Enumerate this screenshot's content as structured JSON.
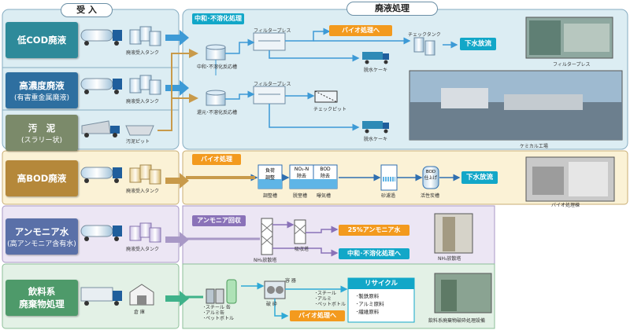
{
  "headers": {
    "left": "受 入",
    "right": "廃液処理"
  },
  "rows": [
    {
      "line1": "低COD廃液",
      "line2": "",
      "tank_label": "廃液受入タンク",
      "color": "#2e8a9a"
    },
    {
      "line1": "高濃度廃液",
      "line2": "(有害重金属廃液)",
      "tank_label": "廃液受入タンク",
      "color": "#2e6fa0"
    },
    {
      "line1": "汚　泥",
      "line2": "(スラリー状)",
      "tank_label": "汚泥ピット",
      "color": "#7b8a6a"
    },
    {
      "line1": "高BOD廃液",
      "line2": "",
      "tank_label": "廃液受入タンク",
      "color": "#b5883a"
    },
    {
      "line1": "アンモニア水",
      "line2": "(高アンモニア含有水)",
      "tank_label": "廃液受入タンク",
      "color": "#5a70a8"
    },
    {
      "line1": "飲料系",
      "line2": "廃棄物処理",
      "tank_label": "倉 庫",
      "color": "#4e9a6a"
    }
  ],
  "section1": {
    "title": "中和･不溶化処理",
    "filter_press_1": "フィルタープレス",
    "filter_press_2": "フィルタープレス",
    "reactor_1": "中和･不溶化反応槽",
    "reactor_2": "還元･不溶化反応槽",
    "bio_btn": "バイオ処理へ",
    "check_tank": "チェックタンク",
    "sewer_btn": "下水放流",
    "cake_1": "脱水ケーキ",
    "cake_2": "脱水ケーキ",
    "check_pit": "チェックピット",
    "photo_1_caption": "フィルタープレス",
    "photo_2_caption": "ケミカル工場"
  },
  "section2": {
    "title": "バイオ処理",
    "tank1_line1": "負荷",
    "tank1_line2": "調整",
    "tank1_label": "調整槽",
    "tank2a_line1": "NO₂-N",
    "tank2a_line2": "除去",
    "tank2b_line1": "BOD",
    "tank2b_line2": "除去",
    "tank2a_label": "脱窒槽",
    "tank2b_label": "曝気槽",
    "sand_label": "砂濾過",
    "carbon_line1": "BOD",
    "carbon_line2": "仕上げ",
    "carbon_label": "活性炭槽",
    "sewer_btn": "下水放流",
    "photo_caption": "バイオ処理棟"
  },
  "section3": {
    "title": "アンモニア回収",
    "stripper_label": "NH₃放散塔",
    "absorber_label": "吸収塔",
    "product_btn": "25%アンモニア水",
    "neutral_btn": "中和･不溶化処理へ",
    "photo_caption": "NH₃放散塔"
  },
  "section4": {
    "container_label": "容 器",
    "crush_label": "破 砕",
    "items": [
      "･スチール 缶",
      "･アルミ缶",
      "･ペットボトル"
    ],
    "sorted": [
      "･スチール",
      "･アルミ",
      "･ペットボトル"
    ],
    "recycle_title": "リサイクル",
    "recycle_items": [
      "･製鉄原料",
      "･アルミ原料",
      "･繊維原料"
    ],
    "bio_btn": "バイオ処理へ",
    "photo_caption": "飲料系廃棄物破砕処理設備"
  },
  "colors": {
    "teal": "#12a7c8",
    "orange": "#f39a1e",
    "purple": "#8a72b8",
    "blue_arrow": "#3d9ad6",
    "gold_arrow": "#c89a4a"
  }
}
